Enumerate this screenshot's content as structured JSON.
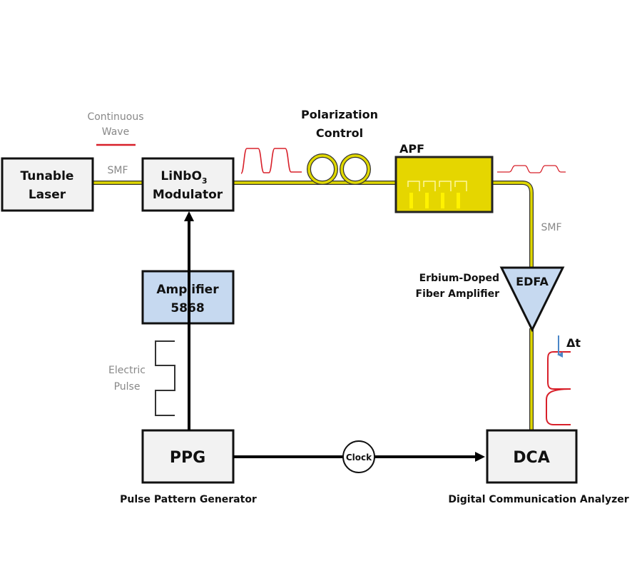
{
  "blocks": {
    "laser": [
      "Tunable",
      "Laser"
    ],
    "modulator": [
      "LiNbO",
      "3",
      "Modulator"
    ],
    "amplifier": [
      "Amplifier",
      "5868"
    ],
    "ppg": "PPG",
    "dca": "DCA",
    "edfa": "EDFA",
    "apf": "APF",
    "clock": "Clock"
  },
  "labels": {
    "continuous_wave": [
      "Continuous",
      "Wave"
    ],
    "smf_1": "SMF",
    "smf_2": "SMF",
    "polarization_control": [
      "Polarization",
      "Control"
    ],
    "edfa_full": [
      "Erbium-Doped",
      "Fiber Amplifier"
    ],
    "electric_pulse": [
      "Electric",
      "Pulse"
    ],
    "ppg_full": "Pulse Pattern Generator",
    "dca_full": "Digital Communication Analyzer",
    "delta_t": "Δt"
  },
  "colors": {
    "fiber": "#e0d800",
    "signal": "#d8202a",
    "amplifier_fill": "#c6d9f0",
    "edfa_fill": "#c6d9f0",
    "apf_fill": "#e5d600",
    "box_fill": "#f2f2f2",
    "delta_arrow": "#4a86c8"
  }
}
